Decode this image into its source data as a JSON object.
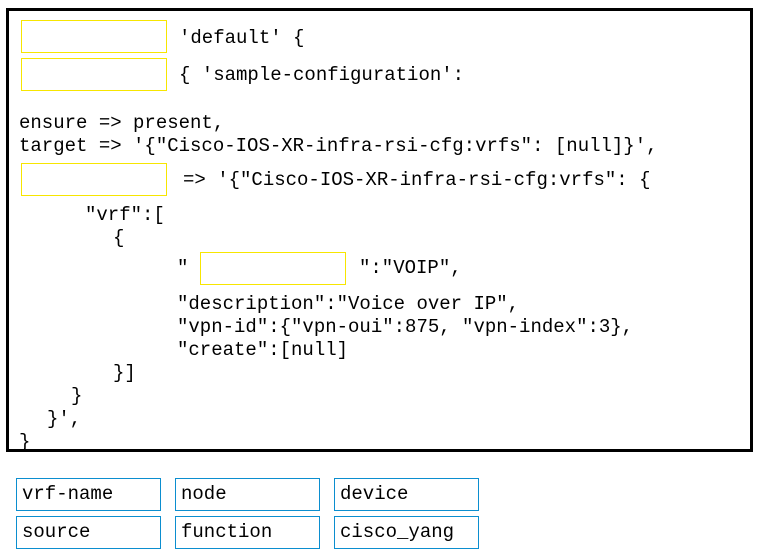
{
  "code": {
    "line_default": "'default' {",
    "line_sample": "{ 'sample-configuration':",
    "line_ensure": "ensure => present,",
    "line_target": "target => '{\"Cisco-IOS-XR-infra-rsi-cfg:vrfs\": [null]}',",
    "line_source_rest": "=> '{\"Cisco-IOS-XR-infra-rsi-cfg:vrfs\": {",
    "line_vrf": "\"vrf\":[",
    "line_open_brace": "{",
    "line_name_quote_open": "\"",
    "line_name_rest": "\":\"VOIP\",",
    "line_description": "\"description\":\"Voice over IP\",",
    "line_vpn_id": "\"vpn-id\":{\"vpn-oui\":875, \"vpn-index\":3},",
    "line_create": "\"create\":[null]",
    "line_close_obj_arr": "}]",
    "line_close_brace_1": "}",
    "line_close_brace_2": "}',",
    "line_close_brace_3": "}"
  },
  "slots": {
    "accent_color": "#f7e600"
  },
  "tiles": {
    "border_color": "#0b8ecf",
    "items": [
      "vrf-name",
      "node",
      "device",
      "source",
      "function",
      "cisco_yang"
    ]
  }
}
